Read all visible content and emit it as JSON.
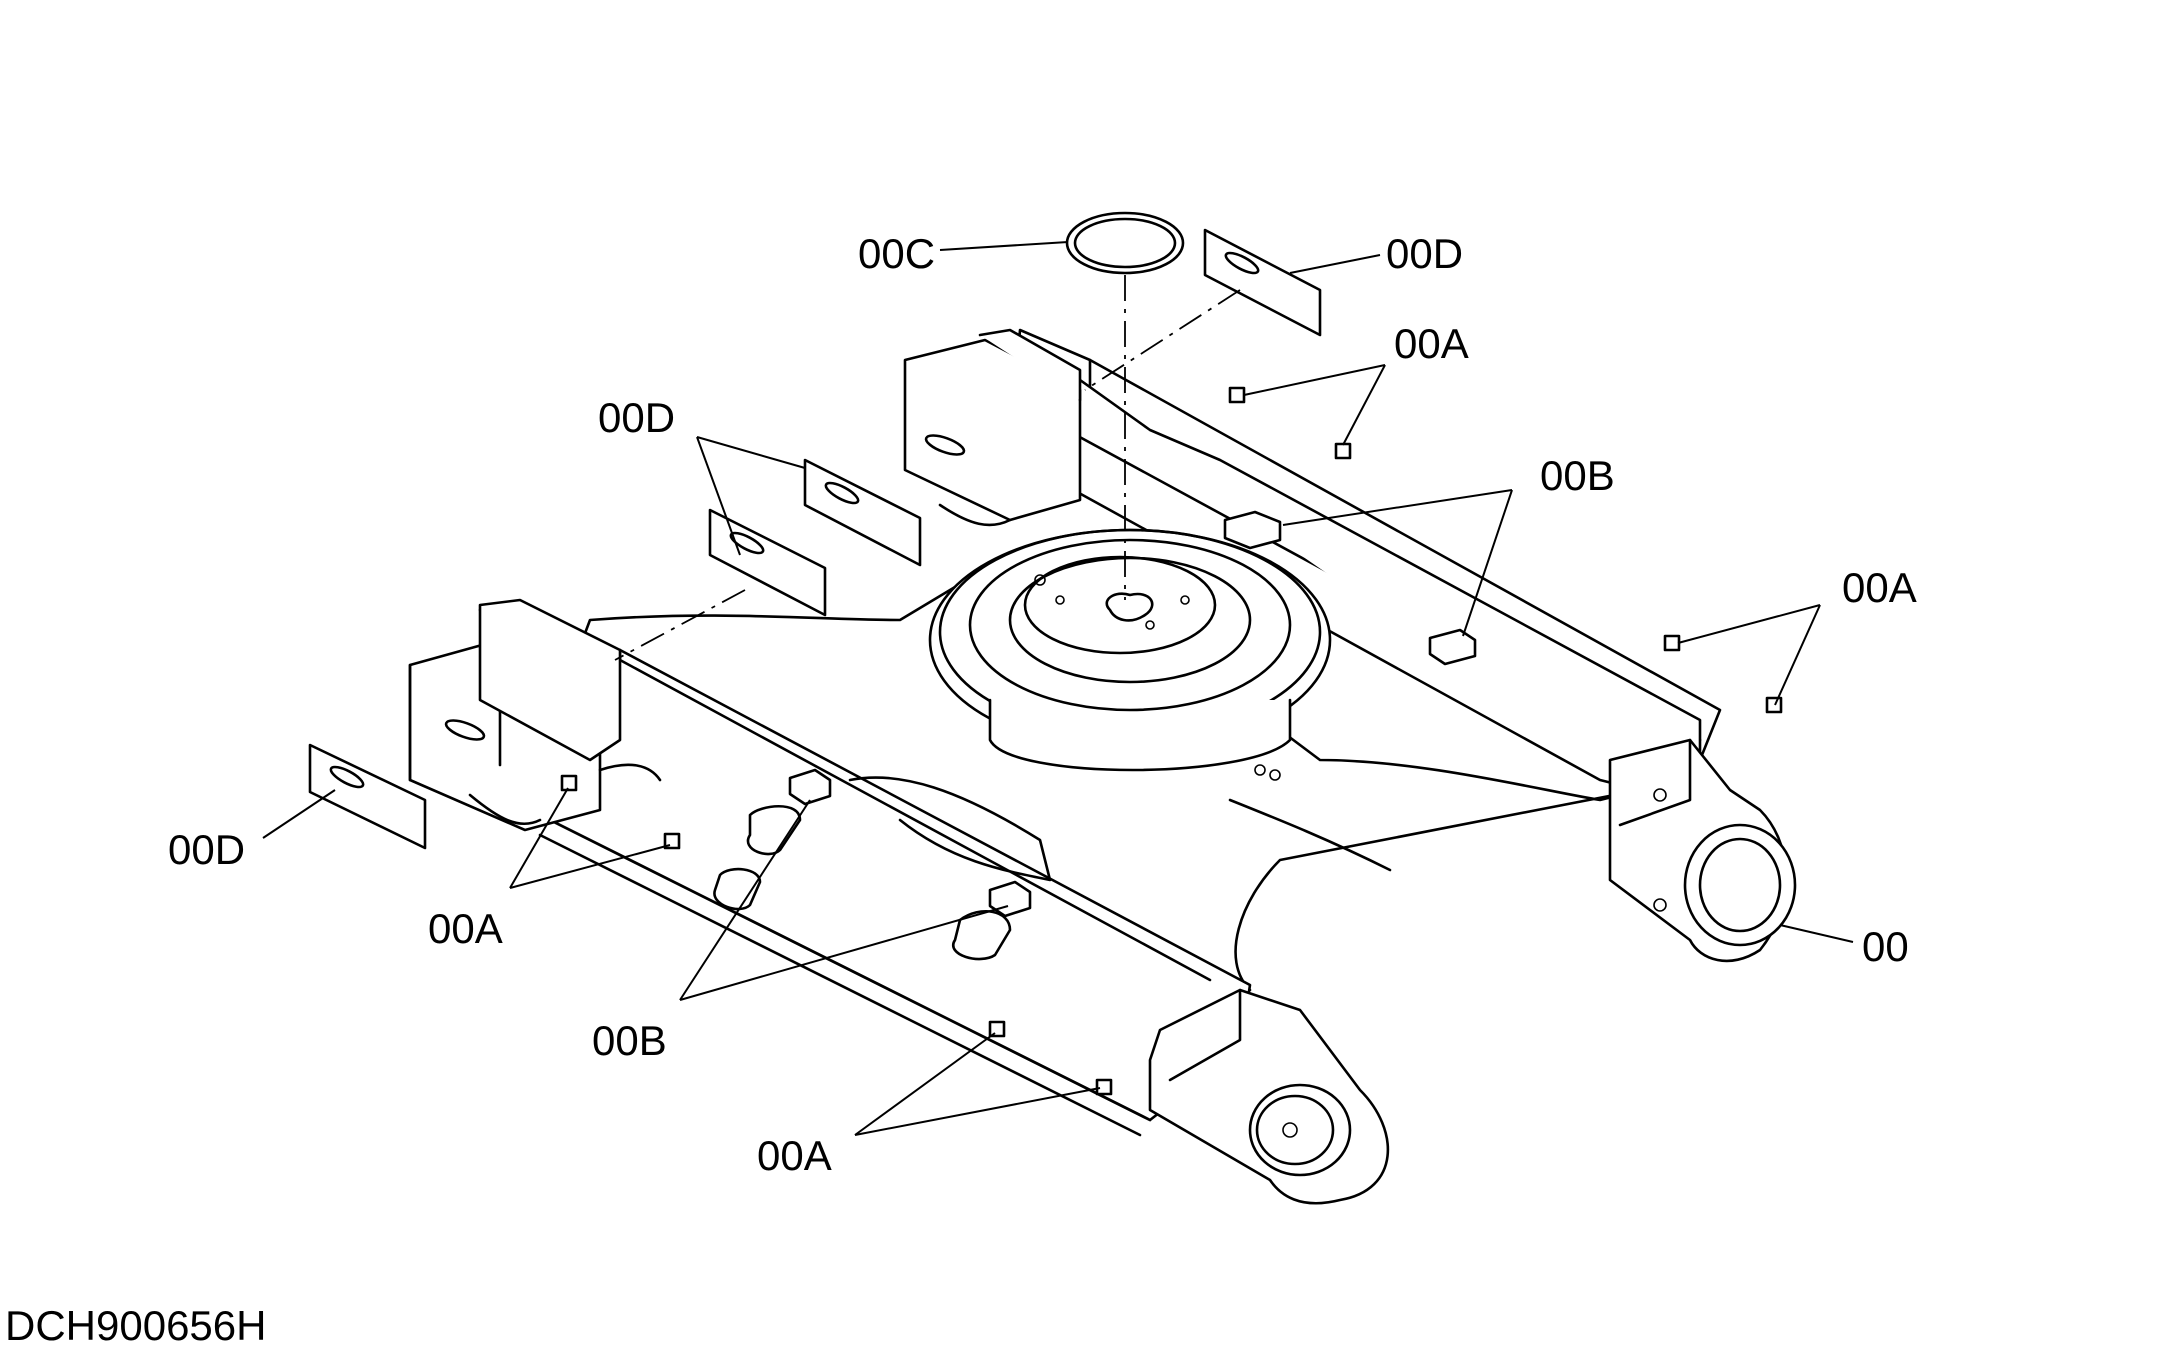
{
  "labels": {
    "c_00C": "00C",
    "d_top": "00D",
    "a_top": "00A",
    "d_left_upper": "00D",
    "b_top": "00B",
    "a_right": "00A",
    "d_left_lower": "00D",
    "a_left": "00A",
    "main": "00",
    "b_bottom": "00B",
    "a_bottom": "00A"
  },
  "drawing_id": "DCH900656H"
}
